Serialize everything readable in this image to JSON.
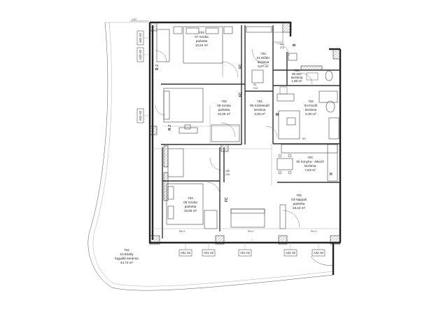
{
  "rooms": [
    {
      "id": "r07",
      "number": "704",
      "name": "07 Szoba",
      "floor": "parketta",
      "area": "10,64 m²"
    },
    {
      "id": "r01",
      "number": "704",
      "name": "01 Előtér",
      "floor": "kerámia",
      "area": "5,07 m²"
    },
    {
      "id": "r05",
      "number": "704",
      "name": "05 WC",
      "floor": "kerámia",
      "area": "1,90 m²"
    },
    {
      "id": "r08",
      "number": "704",
      "name": "08 Szoba",
      "floor": "parketta",
      "area": "10,35 m²"
    },
    {
      "id": "r06",
      "number": "704",
      "name": "06 Közlekedő",
      "floor": "kerámia",
      "area": "3,30 m²"
    },
    {
      "id": "r04",
      "number": "704",
      "name": "04 Fürdő",
      "floor": "kerámia",
      "area": "5,30 m²"
    },
    {
      "id": "r02",
      "number": "704",
      "name": "02 Konyha - étkező",
      "floor": "kerámia",
      "area": "7,53 m²"
    },
    {
      "id": "r09",
      "number": "704",
      "name": "09 Szoba",
      "floor": "parketta",
      "area": "10,86 m²"
    },
    {
      "id": "r03",
      "number": "704",
      "name": "03 Nappali",
      "floor": "parketta",
      "area": "16,13 m²"
    },
    {
      "id": "r10",
      "number": "704",
      "name": "10 Erkély",
      "floor": "fagyálló kerámia",
      "area": "44,72 m²"
    }
  ],
  "window_tags": {
    "left": [
      "A02 H2",
      "A03 H2",
      "A02 H2"
    ],
    "bottom": [
      "A01 H2",
      "A01 H2",
      "A01 H2",
      "A22 H2",
      "A22 H2"
    ]
  },
  "markers": {
    "rj": "R J",
    "fc": "FC",
    "h": "H",
    "m": "M",
    "b": "B",
    "kk": "KK"
  },
  "small_labels": {
    "top_left": "1.67",
    "door_a": "100",
    "door_b": "210",
    "door_c": "90",
    "door_d": "214",
    "door_e": "100",
    "door_f": "214",
    "parapet_a": "Pm 0",
    "parapet_b": "Pm 0",
    "parapet_c": "Pm 0"
  }
}
